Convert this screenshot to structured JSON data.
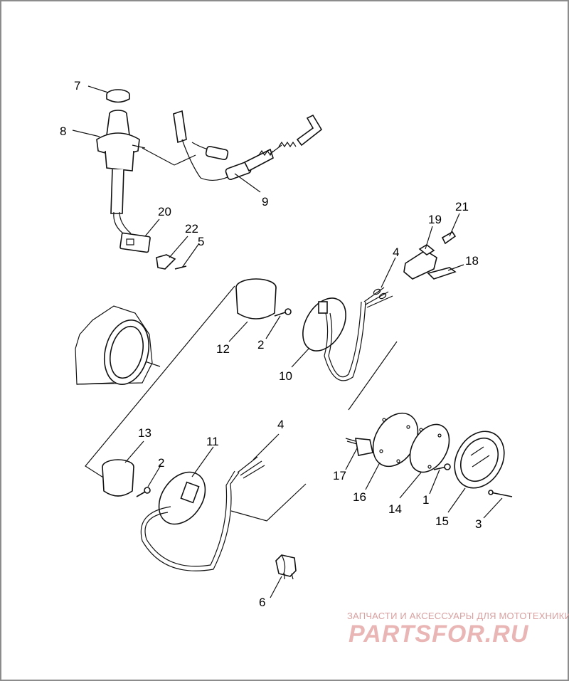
{
  "diagram": {
    "callouts": [
      {
        "id": "p7",
        "label": "7"
      },
      {
        "id": "p8",
        "label": "8"
      },
      {
        "id": "p9",
        "label": "9"
      },
      {
        "id": "p20",
        "label": "20"
      },
      {
        "id": "p22",
        "label": "22"
      },
      {
        "id": "p5",
        "label": "5"
      },
      {
        "id": "p21",
        "label": "21"
      },
      {
        "id": "p19",
        "label": "19"
      },
      {
        "id": "p18",
        "label": "18"
      },
      {
        "id": "p4a",
        "label": "4"
      },
      {
        "id": "p12",
        "label": "12"
      },
      {
        "id": "p2a",
        "label": "2"
      },
      {
        "id": "p10",
        "label": "10"
      },
      {
        "id": "p13",
        "label": "13"
      },
      {
        "id": "p11",
        "label": "11"
      },
      {
        "id": "p4b",
        "label": "4"
      },
      {
        "id": "p2b",
        "label": "2"
      },
      {
        "id": "p17",
        "label": "17"
      },
      {
        "id": "p16",
        "label": "16"
      },
      {
        "id": "p14",
        "label": "14"
      },
      {
        "id": "p1",
        "label": "1"
      },
      {
        "id": "p15",
        "label": "15"
      },
      {
        "id": "p3",
        "label": "3"
      },
      {
        "id": "p6",
        "label": "6"
      }
    ]
  },
  "watermark": {
    "caption": "ЗАПЧАСТИ И АКСЕССУАРЫ ДЛЯ МОТОТЕХНИКИ",
    "logo": "PARTSFOR.RU",
    "color": "#e9b5b5"
  }
}
